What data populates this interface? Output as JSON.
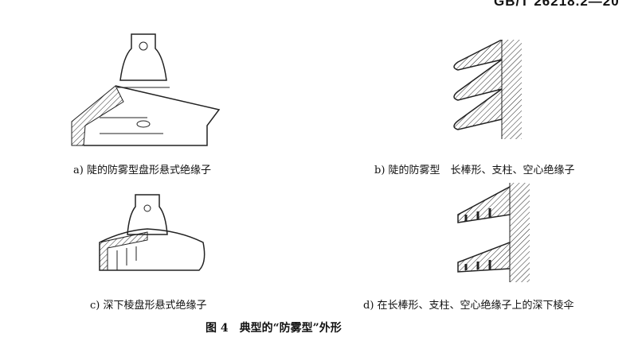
{
  "header": {
    "standard_no": "GB/T 26218.2—20"
  },
  "figure": {
    "title": "图 4　典型的“防雾型”外形",
    "panels": [
      {
        "caption": "a) 陡的防雾型盘形悬式绝缘子"
      },
      {
        "caption": "b) 陡的防雾型　长棒形、支柱、空心绝缘子"
      },
      {
        "caption": "c) 深下棱盘形悬式绝缘子"
      },
      {
        "caption": "d) 在长棒形、支柱、空心绝缘子上的深下棱伞"
      }
    ]
  }
}
